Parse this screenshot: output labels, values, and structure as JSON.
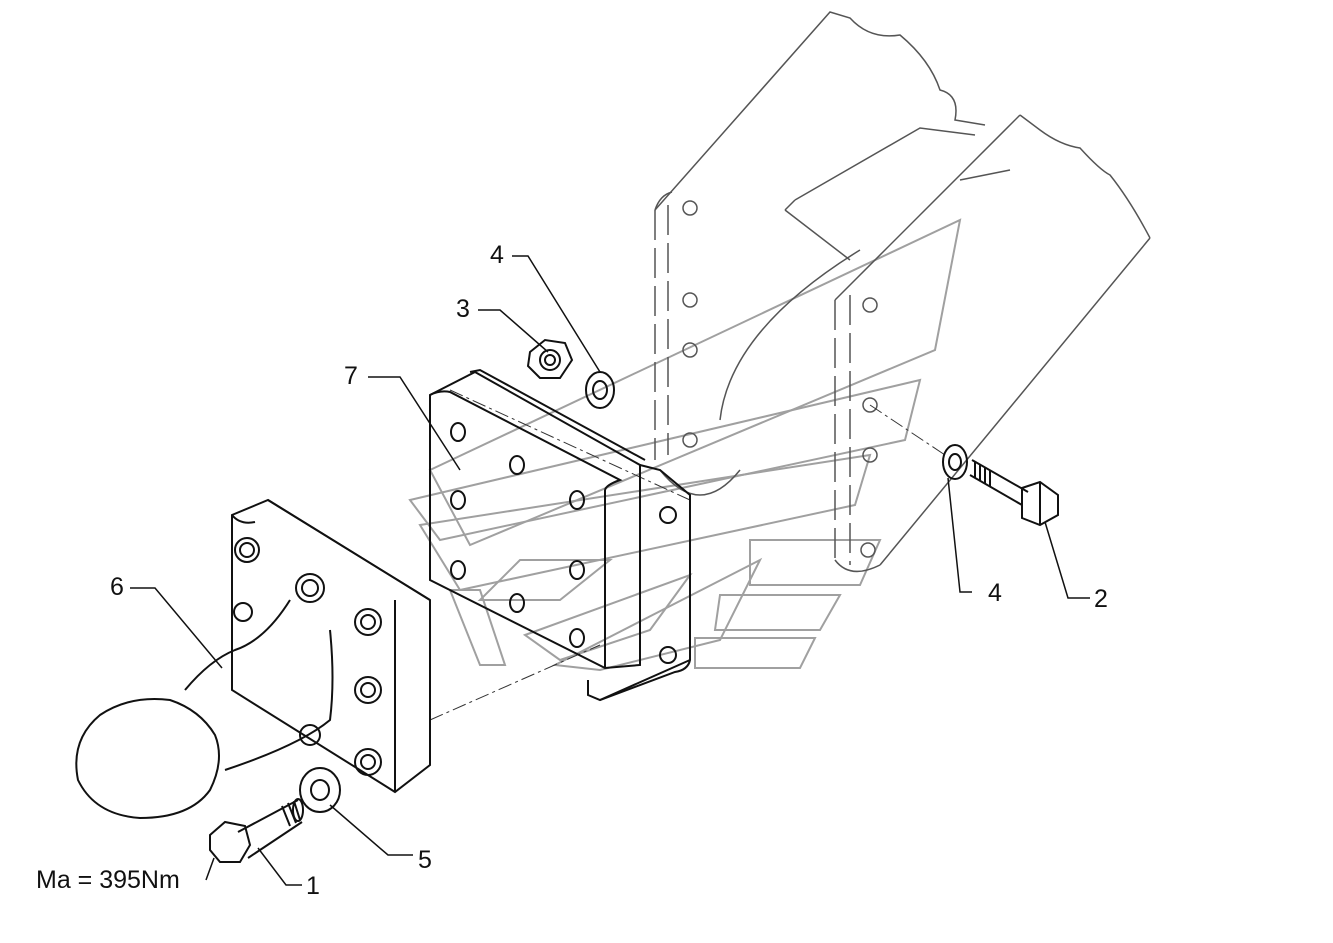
{
  "callouts": {
    "bolt_front": "1",
    "bolt_rear": "2",
    "nut": "3",
    "washer_upper": "4",
    "washer_rear": "4",
    "lock_washer": "5",
    "tow_ball": "6",
    "mounting_plate": "7"
  },
  "torque_note": "Ma = 395Nm",
  "colors": {
    "line": "#111111",
    "ghost": "#9a9a9a",
    "background": "#ffffff"
  }
}
